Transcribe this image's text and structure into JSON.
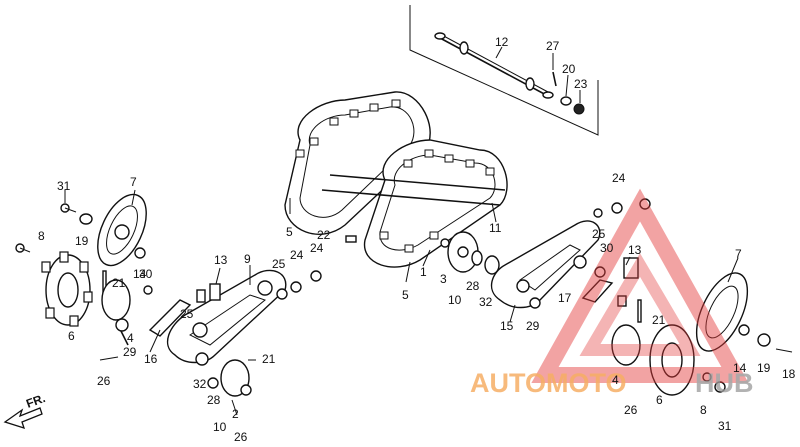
{
  "diagram": {
    "watermark": {
      "text_left": "AUTOMOTO",
      "text_right": "HUB",
      "color_left": "#f5a04a",
      "color_right": "#9a9a9a",
      "triangle_color": "#e23b3b"
    },
    "direction_indicator": "FR.",
    "callouts": [
      "31",
      "8",
      "19",
      "7",
      "14",
      "21",
      "30",
      "6",
      "4",
      "29",
      "26",
      "16",
      "25",
      "13",
      "9",
      "32",
      "28",
      "10",
      "2",
      "21",
      "26",
      "25",
      "24",
      "24",
      "22",
      "5",
      "5",
      "1",
      "3",
      "10",
      "28",
      "32",
      "15",
      "29",
      "11",
      "17",
      "30",
      "13",
      "25",
      "24",
      "21",
      "7",
      "14",
      "19",
      "18",
      "4",
      "26",
      "6",
      "8",
      "31",
      "12",
      "27",
      "20",
      "23"
    ]
  }
}
